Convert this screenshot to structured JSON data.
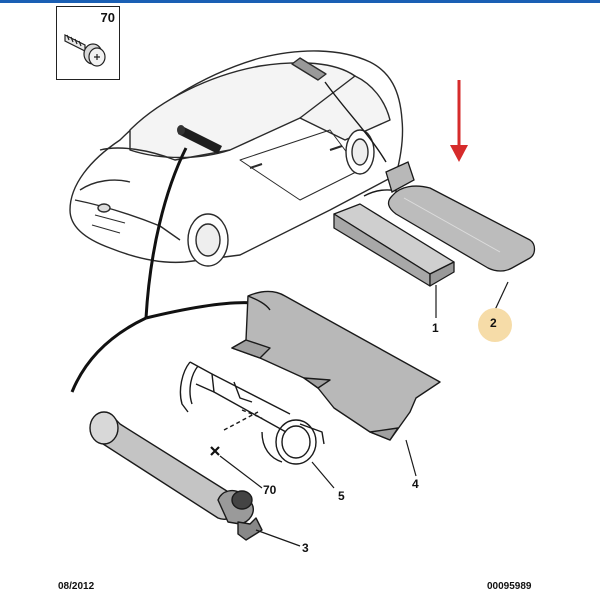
{
  "inset": {
    "part_number": "70"
  },
  "callouts": {
    "c1": "1",
    "c2": "2",
    "c3": "3",
    "c4": "4",
    "c5": "5",
    "c70": "70"
  },
  "footer": {
    "date": "08/2012",
    "reference": "00095989"
  },
  "colors": {
    "arrow": "#d62b2b",
    "highlight": "#f6dca8",
    "part_fill": "#b8b8b8",
    "line": "#1a1a1a"
  },
  "icons": [
    "screw-icon",
    "down-arrow-icon"
  ]
}
